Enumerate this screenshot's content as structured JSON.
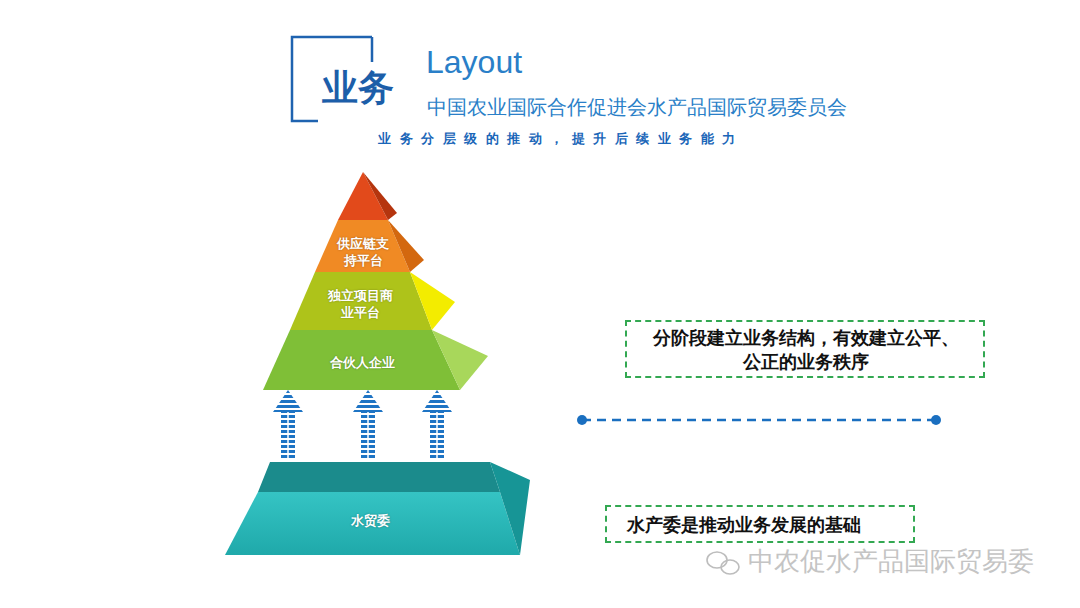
{
  "diagram": {
    "nodes": [
      {
        "text": [
          "供应链支持平台"
        ]
      },
      {
        "text": [
          "独立项目商业平台"
        ]
      },
      {
        "text": [
          "合伙人企业"
        ]
      },
      {
        "text": [
          "水贸委"
        ]
      },
      {
        "text": [
          "分阶段建立业务结构，有效建立公平、公正的业务秩序"
        ]
      },
      {
        "text": [
          "水产委是推动业务发展的基础"
        ]
      }
    ],
    "edges": [
      {
        "from": 3,
        "to": 2,
        "arrow": "to"
      },
      {
        "from": 3,
        "to": 2,
        "arrow": "to"
      },
      {
        "from": 3,
        "to": 2,
        "arrow": "to"
      }
    ],
    "labels": [
      "业务",
      "Layout",
      "中国农业国际合作促进会水产品国际贸易委员会",
      "业务分层级的推动，提升后续业务能力",
      "中农促水产品国际贸易委"
    ]
  }
}
